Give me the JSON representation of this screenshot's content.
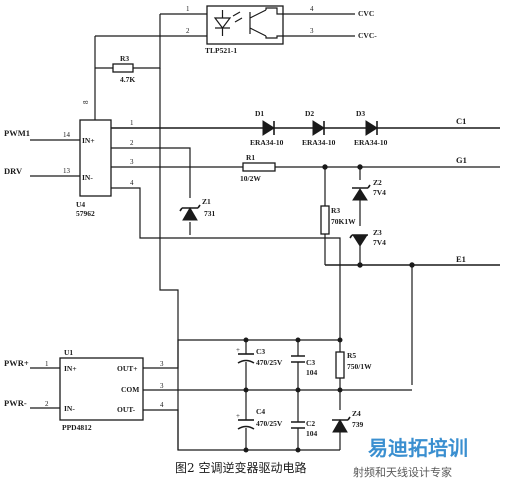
{
  "caption": "图2 空调逆变器驱动电路",
  "watermark": {
    "main": "易迪拓培训",
    "sub": "射频和天线设计专家"
  },
  "components": {
    "opto": {
      "ref": "TLP521-1",
      "pins": [
        "1",
        "2",
        "4",
        "3"
      ]
    },
    "u4": {
      "ref": "U4",
      "part": "57962",
      "pin_in_plus": "IN+",
      "pin_in_minus": "IN-",
      "pins": [
        "14",
        "13",
        "1",
        "2",
        "3",
        "4",
        "8"
      ]
    },
    "u1": {
      "ref": "U1",
      "part": "PPD4812",
      "pin_in_plus": "IN+",
      "pin_in_minus": "IN-",
      "pin_out_plus": "OUT+",
      "pin_com": "COM",
      "pin_out_minus": "OUT-",
      "pins": [
        "1",
        "2",
        "3",
        "3",
        "4"
      ]
    },
    "r3_top": {
      "ref": "R3",
      "value": "4.7K"
    },
    "d1": {
      "ref": "D1",
      "value": "ERA34-10"
    },
    "d2": {
      "ref": "D2",
      "value": "ERA34-10"
    },
    "d3": {
      "ref": "D3",
      "value": "ERA34-10"
    },
    "r1": {
      "ref": "R1",
      "value": "10/2W"
    },
    "z1": {
      "ref": "Z1",
      "value": "731"
    },
    "z2": {
      "ref": "Z2",
      "value": "7V4"
    },
    "z3": {
      "ref": "Z3",
      "value": "7V4"
    },
    "r3_mid": {
      "ref": "R3",
      "value": "70K1W"
    },
    "c3": {
      "ref": "C3",
      "value": "470/25V"
    },
    "c3b": {
      "ref": "C3",
      "value": "104"
    },
    "c4": {
      "ref": "C4",
      "value": "470/25V"
    },
    "c2": {
      "ref": "C2",
      "value": "104"
    },
    "r5": {
      "ref": "R5",
      "value": "750/1W"
    },
    "z4": {
      "ref": "Z4",
      "value": "739"
    }
  },
  "nets": {
    "cvc_plus": "CVC",
    "cvc_minus": "CVC-",
    "pwm1": "PWM1",
    "drv": "DRV",
    "c1": "C1",
    "g1": "G1",
    "e1": "E1",
    "pwr_plus": "PWR+",
    "pwr_minus": "PWR-"
  }
}
